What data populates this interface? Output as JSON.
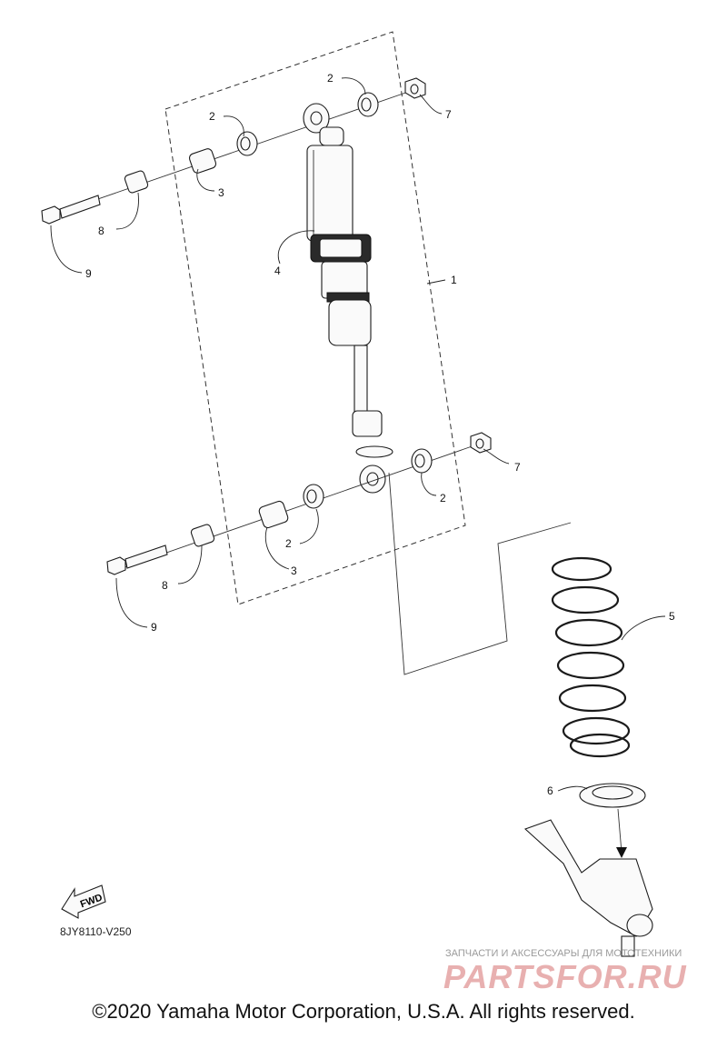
{
  "diagram": {
    "code": "8JY8110-V250",
    "fwd_label": "FWD",
    "copyright": "©2020 Yamaha Motor Corporation, U.S.A. All rights reserved.",
    "watermark": {
      "tagline": "ЗАПЧАСТИ И АКСЕССУАРЫ ДЛЯ МОТОТЕХНИКИ",
      "brand": "PARTSFOR.RU"
    },
    "callouts": [
      {
        "id": "c1",
        "label": "1"
      },
      {
        "id": "c2a",
        "label": "2"
      },
      {
        "id": "c2b",
        "label": "2"
      },
      {
        "id": "c2c",
        "label": "2"
      },
      {
        "id": "c2d",
        "label": "2"
      },
      {
        "id": "c3a",
        "label": "3"
      },
      {
        "id": "c3b",
        "label": "3"
      },
      {
        "id": "c4",
        "label": "4"
      },
      {
        "id": "c5",
        "label": "5"
      },
      {
        "id": "c6",
        "label": "6"
      },
      {
        "id": "c7a",
        "label": "7"
      },
      {
        "id": "c7b",
        "label": "7"
      },
      {
        "id": "c8a",
        "label": "8"
      },
      {
        "id": "c8b",
        "label": "8"
      },
      {
        "id": "c9a",
        "label": "9"
      },
      {
        "id": "c9b",
        "label": "9"
      }
    ]
  }
}
